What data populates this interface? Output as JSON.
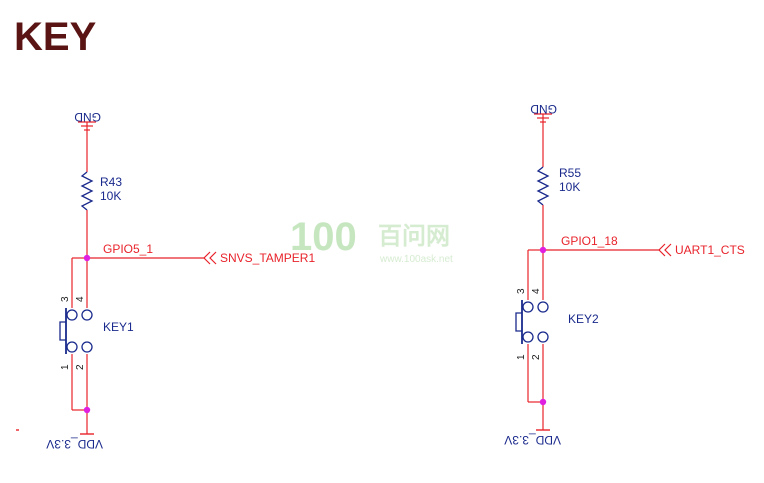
{
  "title": "KEY",
  "colors": {
    "wire": "#e8232b",
    "node": "#e020e0",
    "part": "#1a2a8c",
    "title": "#5a1414"
  },
  "watermark": {
    "number": "100",
    "text": "百问网",
    "url": "www.100ask.net"
  },
  "circuits": [
    {
      "gnd_label": "GND",
      "resistor_ref": "R43",
      "resistor_value": "10K",
      "net_label": "GPIO5_1",
      "port_label": "SNVS_TAMPER1",
      "key_ref": "KEY1",
      "pins": {
        "p3": "3",
        "p4": "4",
        "p1": "1",
        "p2": "2"
      },
      "vdd_label": "VDD_3.3V"
    },
    {
      "gnd_label": "GND",
      "resistor_ref": "R55",
      "resistor_value": "10K",
      "net_label": "GPIO1_18",
      "port_label": "UART1_CTS",
      "key_ref": "KEY2",
      "pins": {
        "p3": "3",
        "p4": "4",
        "p1": "1",
        "p2": "2"
      },
      "vdd_label": "VDD_3.3V"
    }
  ]
}
